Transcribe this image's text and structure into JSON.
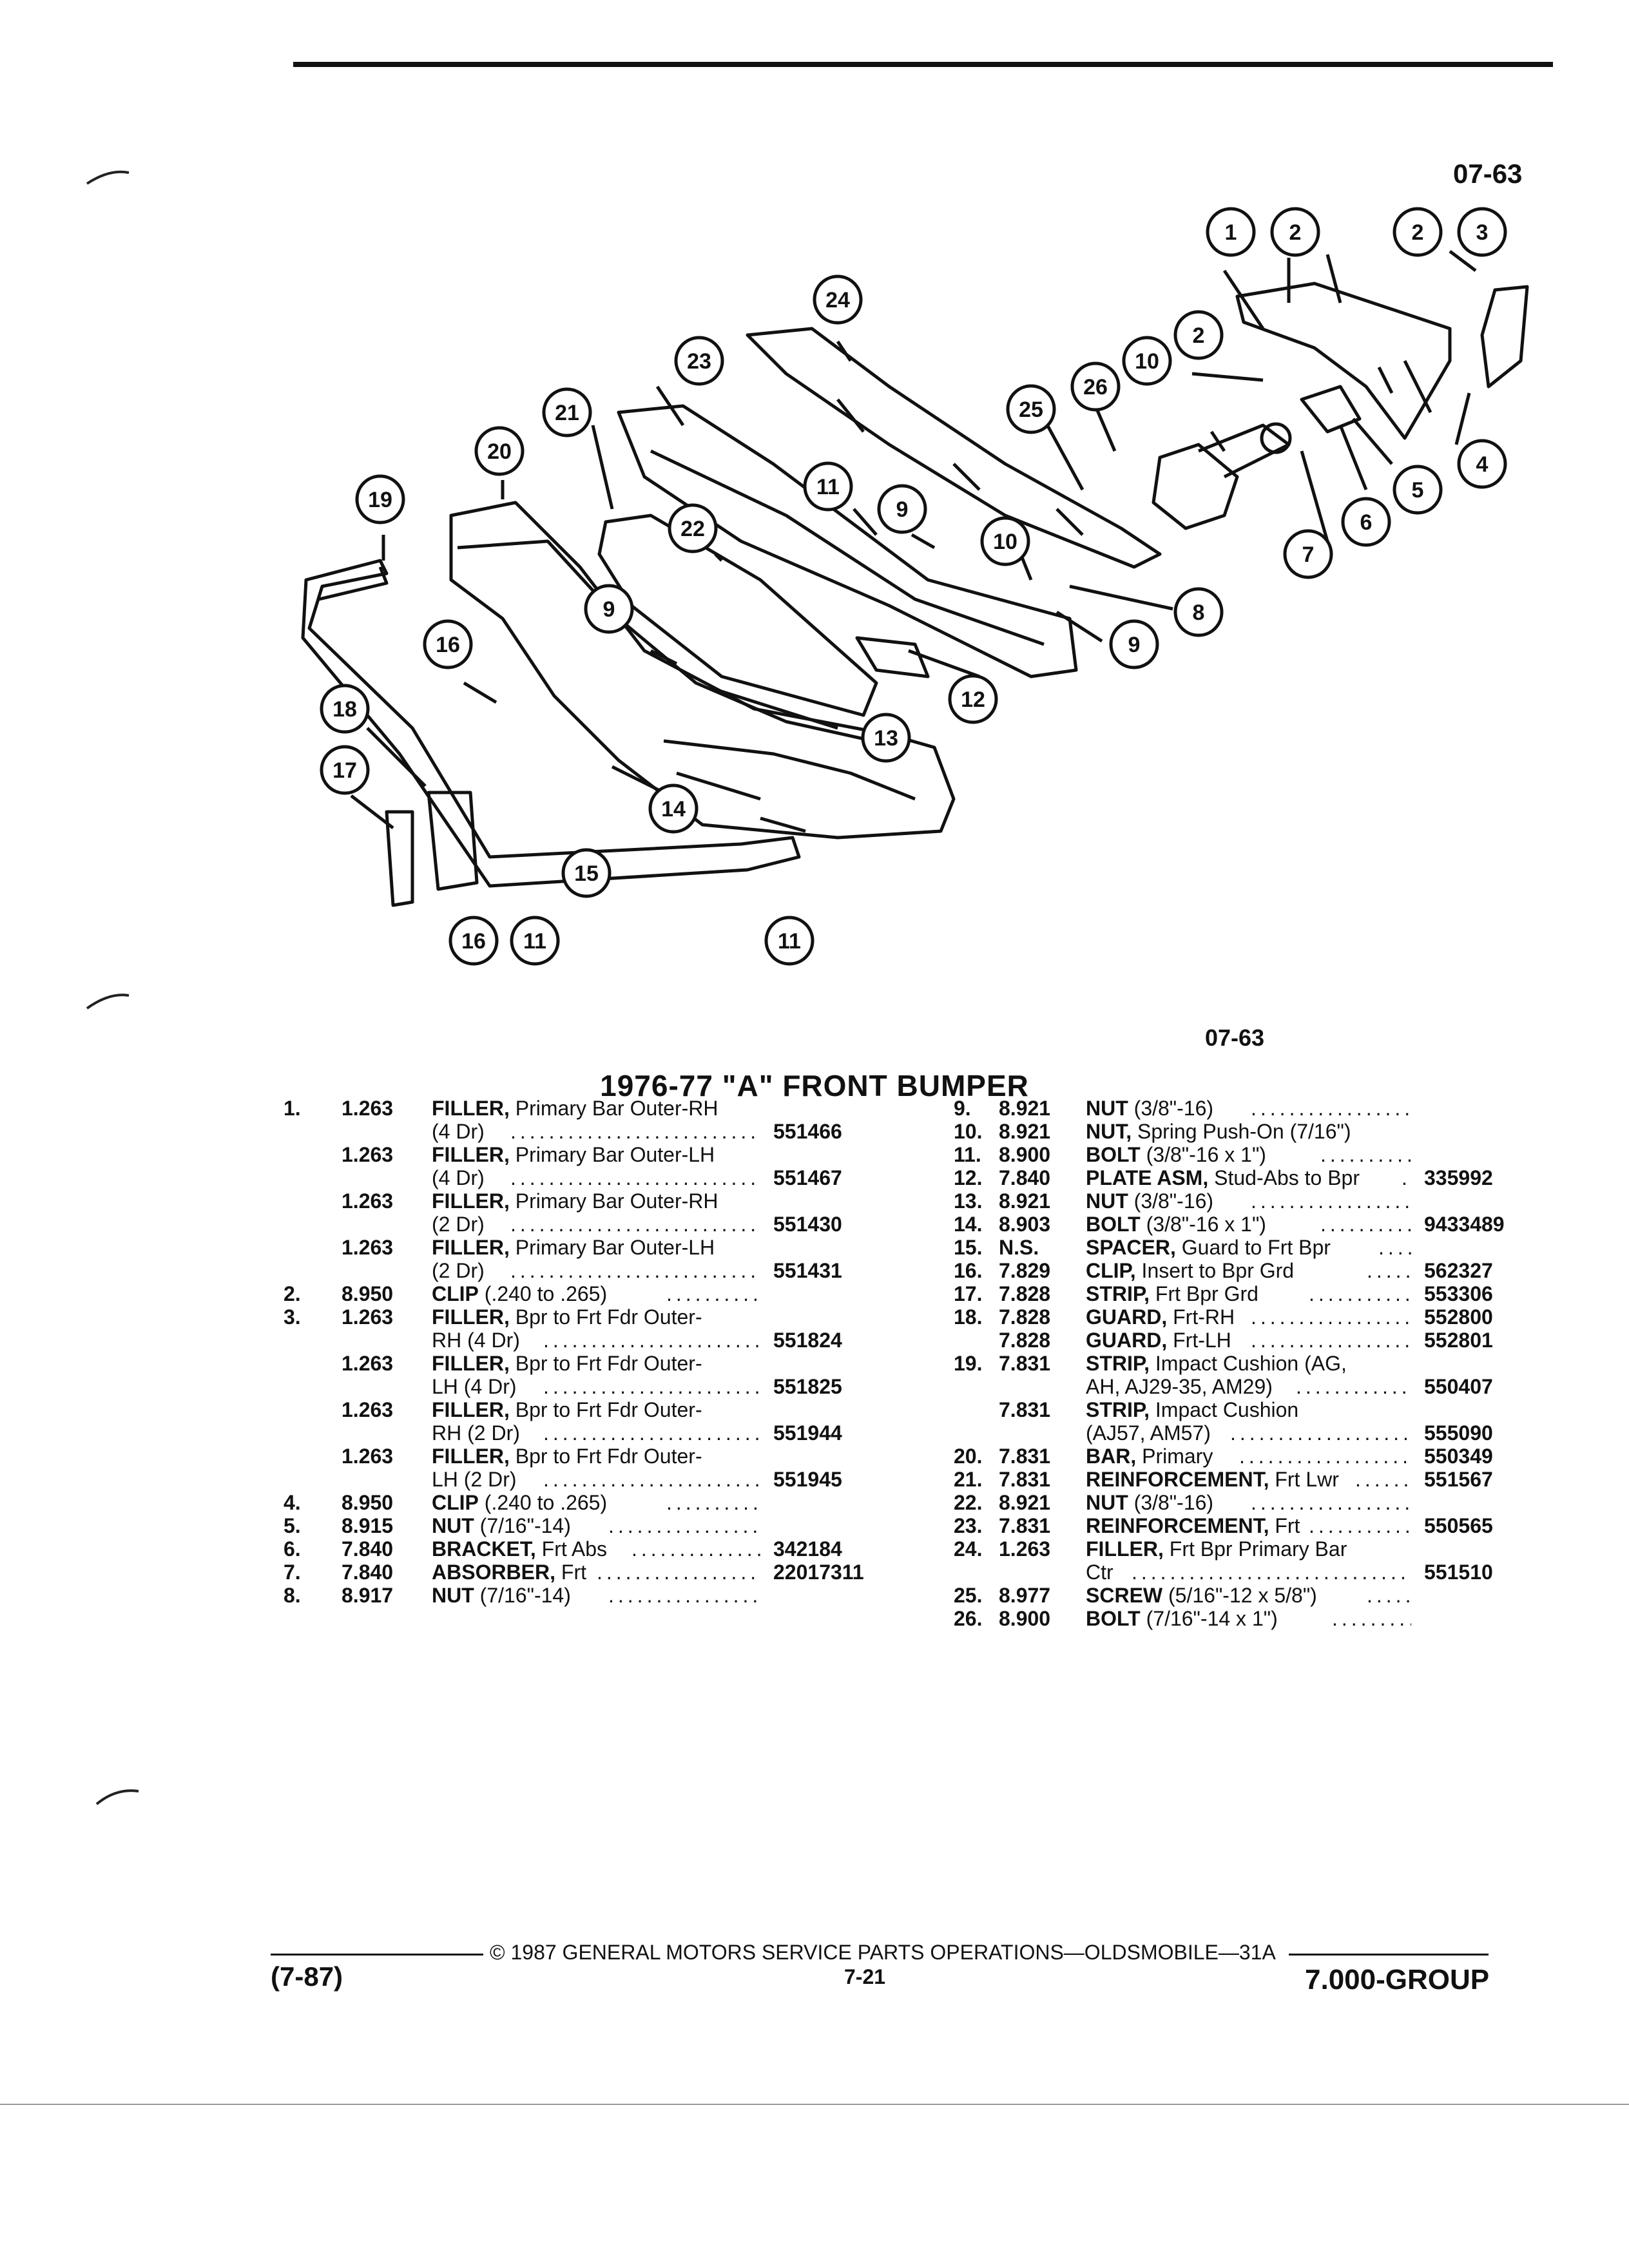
{
  "header": {
    "fig_code_top": "07-63",
    "fig_code_bottom": "07-63"
  },
  "title": "1976-77 \"A\" FRONT BUMPER",
  "callouts": [
    "1",
    "2",
    "2",
    "3",
    "2",
    "24",
    "10",
    "26",
    "25",
    "23",
    "21",
    "20",
    "19",
    "11",
    "9",
    "22",
    "10",
    "4",
    "5",
    "6",
    "7",
    "8",
    "9",
    "9",
    "12",
    "13",
    "16",
    "18",
    "17",
    "14",
    "15",
    "16",
    "11",
    "11"
  ],
  "left_parts": [
    {
      "num": "1.",
      "group": "1.263",
      "name": "FILLER,",
      "desc": "Primary Bar Outer-RH",
      "cont": "(4 Dr)",
      "part": "551466"
    },
    {
      "num": "",
      "group": "1.263",
      "name": "FILLER,",
      "desc": "Primary Bar Outer-LH",
      "cont": "(4 Dr)",
      "part": "551467"
    },
    {
      "num": "",
      "group": "1.263",
      "name": "FILLER,",
      "desc": "Primary Bar Outer-RH",
      "cont": "(2 Dr)",
      "part": "551430"
    },
    {
      "num": "",
      "group": "1.263",
      "name": "FILLER,",
      "desc": "Primary Bar Outer-LH",
      "cont": "(2 Dr)",
      "part": "551431"
    },
    {
      "num": "2.",
      "group": "8.950",
      "name": "CLIP",
      "desc": "(.240 to .265)",
      "cont": "",
      "part": ""
    },
    {
      "num": "3.",
      "group": "1.263",
      "name": "FILLER,",
      "desc": "Bpr to Frt Fdr Outer-",
      "cont": "RH (4 Dr)",
      "part": "551824"
    },
    {
      "num": "",
      "group": "1.263",
      "name": "FILLER,",
      "desc": "Bpr to Frt Fdr Outer-",
      "cont": "LH (4 Dr)",
      "part": "551825"
    },
    {
      "num": "",
      "group": "1.263",
      "name": "FILLER,",
      "desc": "Bpr to Frt Fdr Outer-",
      "cont": "RH (2 Dr)",
      "part": "551944"
    },
    {
      "num": "",
      "group": "1.263",
      "name": "FILLER,",
      "desc": "Bpr to Frt Fdr Outer-",
      "cont": "LH (2 Dr)",
      "part": "551945"
    },
    {
      "num": "4.",
      "group": "8.950",
      "name": "CLIP",
      "desc": "(.240 to .265)",
      "cont": "",
      "part": ""
    },
    {
      "num": "5.",
      "group": "8.915",
      "name": "NUT",
      "desc": "(7/16\"-14)",
      "cont": "",
      "part": ""
    },
    {
      "num": "6.",
      "group": "7.840",
      "name": "BRACKET,",
      "desc": "Frt Abs",
      "cont": "",
      "part": "342184"
    },
    {
      "num": "7.",
      "group": "7.840",
      "name": "ABSORBER,",
      "desc": "Frt",
      "cont": "",
      "part": "22017311"
    },
    {
      "num": "8.",
      "group": "8.917",
      "name": "NUT",
      "desc": "(7/16\"-14)",
      "cont": "",
      "part": ""
    }
  ],
  "right_parts": [
    {
      "num": "9.",
      "group": "8.921",
      "name": "NUT",
      "desc": "(3/8\"-16)",
      "cont": "",
      "part": ""
    },
    {
      "num": "10.",
      "group": "8.921",
      "name": "NUT,",
      "desc": "Spring Push-On (7/16\")",
      "cont": "",
      "part": ""
    },
    {
      "num": "11.",
      "group": "8.900",
      "name": "BOLT",
      "desc": "(3/8\"-16 x 1\")",
      "cont": "",
      "part": ""
    },
    {
      "num": "12.",
      "group": "7.840",
      "name": "PLATE ASM,",
      "desc": "Stud-Abs to Bpr",
      "cont": "",
      "part": "335992"
    },
    {
      "num": "13.",
      "group": "8.921",
      "name": "NUT",
      "desc": "(3/8\"-16)",
      "cont": "",
      "part": ""
    },
    {
      "num": "14.",
      "group": "8.903",
      "name": "BOLT",
      "desc": "(3/8\"-16 x 1\")",
      "cont": "",
      "part": "9433489"
    },
    {
      "num": "15.",
      "group": "N.S.",
      "name": "SPACER,",
      "desc": "Guard to Frt Bpr",
      "cont": "",
      "part": ""
    },
    {
      "num": "16.",
      "group": "7.829",
      "name": "CLIP,",
      "desc": "Insert to Bpr Grd",
      "cont": "",
      "part": "562327"
    },
    {
      "num": "17.",
      "group": "7.828",
      "name": "STRIP,",
      "desc": "Frt Bpr Grd",
      "cont": "",
      "part": "553306"
    },
    {
      "num": "18.",
      "group": "7.828",
      "name": "GUARD,",
      "desc": "Frt-RH",
      "cont": "",
      "part": "552800"
    },
    {
      "num": "",
      "group": "7.828",
      "name": "GUARD,",
      "desc": "Frt-LH",
      "cont": "",
      "part": "552801"
    },
    {
      "num": "19.",
      "group": "7.831",
      "name": "STRIP,",
      "desc": "Impact Cushion (AG,",
      "cont": "AH, AJ29-35, AM29)",
      "part": "550407"
    },
    {
      "num": "",
      "group": "7.831",
      "name": "STRIP,",
      "desc": "Impact Cushion",
      "cont": "(AJ57, AM57)",
      "part": "555090"
    },
    {
      "num": "20.",
      "group": "7.831",
      "name": "BAR,",
      "desc": "Primary",
      "cont": "",
      "part": "550349"
    },
    {
      "num": "21.",
      "group": "7.831",
      "name": "REINFORCEMENT,",
      "desc": "Frt Lwr",
      "cont": "",
      "part": "551567"
    },
    {
      "num": "22.",
      "group": "8.921",
      "name": "NUT",
      "desc": "(3/8\"-16)",
      "cont": "",
      "part": ""
    },
    {
      "num": "23.",
      "group": "7.831",
      "name": "REINFORCEMENT,",
      "desc": "Frt",
      "cont": "",
      "part": "550565"
    },
    {
      "num": "24.",
      "group": "1.263",
      "name": "FILLER,",
      "desc": "Frt Bpr Primary Bar",
      "cont": "Ctr",
      "part": "551510"
    },
    {
      "num": "25.",
      "group": "8.977",
      "name": "SCREW",
      "desc": "(5/16\"-12 x 5/8\")",
      "cont": "",
      "part": ""
    },
    {
      "num": "26.",
      "group": "8.900",
      "name": "BOLT",
      "desc": "(7/16\"-14 x 1\")",
      "cont": "",
      "part": ""
    }
  ],
  "footer": {
    "copyright": "© 1987 GENERAL MOTORS SERVICE PARTS OPERATIONS—OLDSMOBILE—31A",
    "date_code": "(7-87)",
    "page": "7-21",
    "group": "7.000-GROUP"
  }
}
